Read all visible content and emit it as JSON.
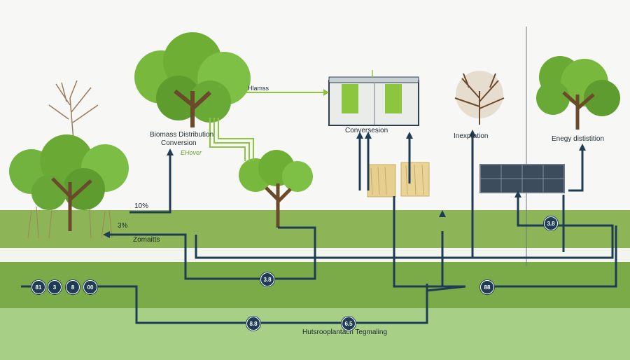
{
  "labels": {
    "hlamss": "Hlamss",
    "biomass": "Biomass Distribution",
    "conversion_left": "Conversion",
    "ehover": "EHover",
    "conversesion": "Conversesion",
    "inexpration": "Inexpration",
    "energy": "Enegy dististition",
    "pct10": "10%",
    "pct3": "3%",
    "zomaitts": "Zomaitts",
    "bottom": "Hutsrooplantacn Tegmaling"
  },
  "badges": {
    "b1": "81",
    "b2": "3",
    "b3": "8",
    "b4": "00",
    "b5": "3.8",
    "b6": "8.8",
    "b7": "6.5",
    "b8": "88",
    "b9": "3.8"
  },
  "colors": {
    "line": "#1f3c55",
    "accent": "#8cc63f",
    "ground_top": "#8db557",
    "ground_mid": "#7aab48",
    "ground_bottom": "#a7cf86"
  },
  "icons": [
    "tree-icon",
    "bare-tree-icon",
    "grass-icon",
    "facility-icon",
    "wood-panel-icon",
    "solar-panel-icon"
  ]
}
